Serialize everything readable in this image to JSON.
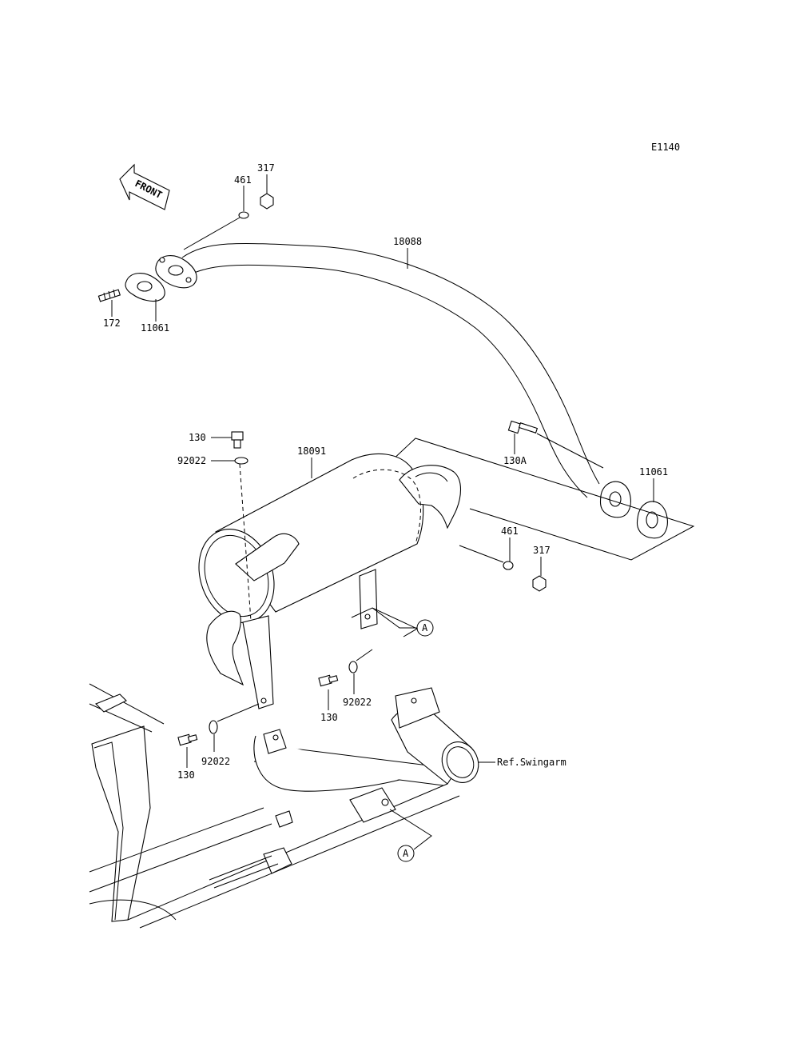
{
  "diagram_code": "E1140",
  "front_label": "FRONT",
  "ref_label": "Ref.Swingarm",
  "callouts": {
    "nut_317_a": "317",
    "washer_461_a": "461",
    "pipe_18088": "18088",
    "stud_172": "172",
    "gasket_11061_a": "11061",
    "bolt_130_a": "130",
    "washer_92022_a": "92022",
    "muffler_18091": "18091",
    "bolt_130A": "130A",
    "gasket_11061_b": "11061",
    "washer_461_b": "461",
    "nut_317_b": "317",
    "bolt_130_b": "130",
    "washer_92022_b": "92022",
    "bolt_130_c": "130",
    "washer_92022_c": "92022",
    "ref_a_upper": "A",
    "ref_a_lower": "A"
  }
}
